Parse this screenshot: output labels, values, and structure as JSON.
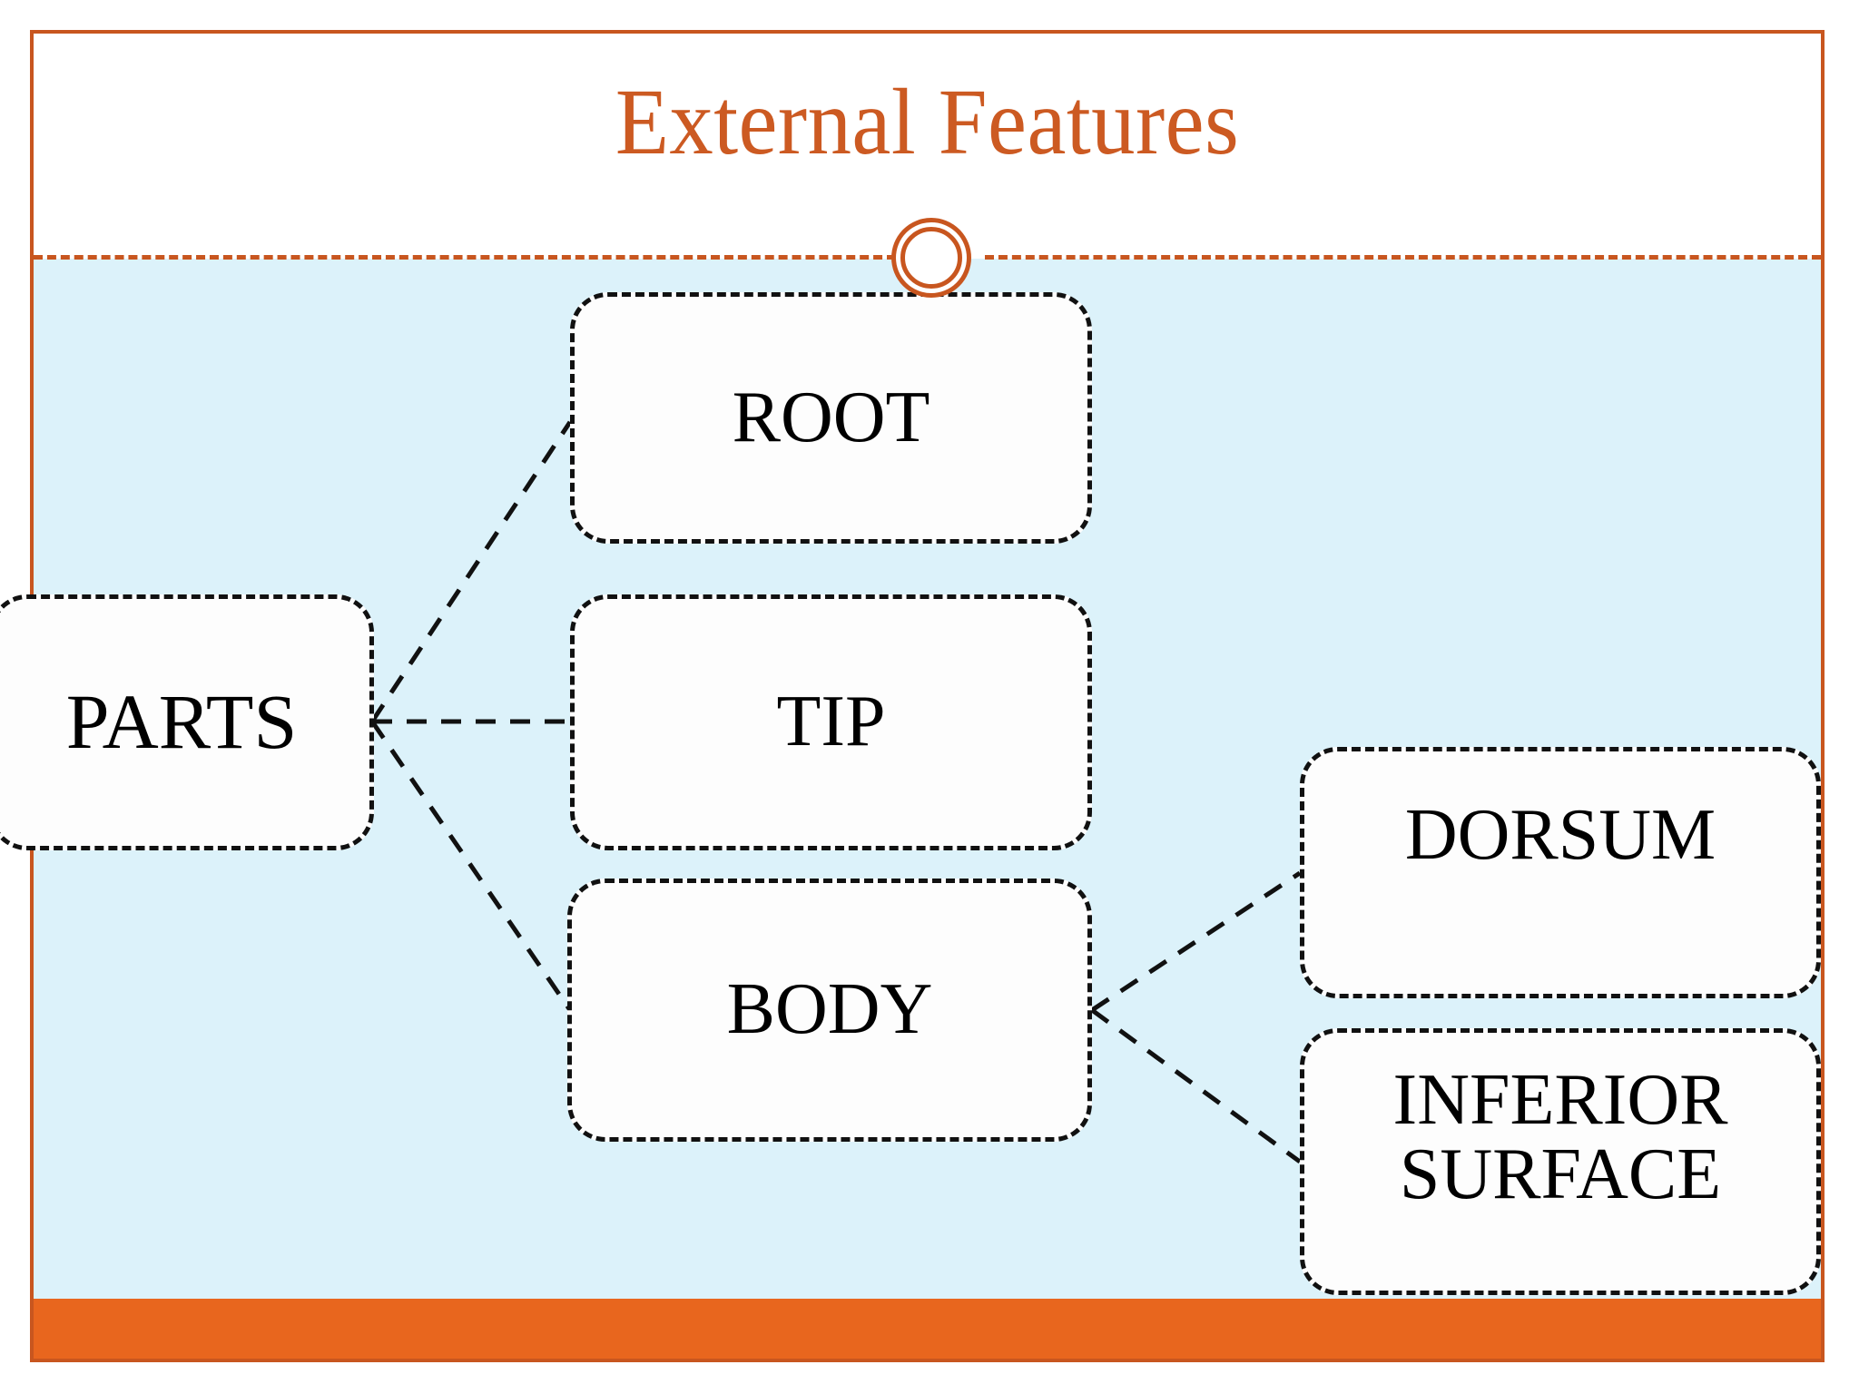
{
  "slide": {
    "title": "External Features",
    "theme": {
      "accent_orange": "#C8561F",
      "band_orange": "#E8661E",
      "title_orange": "#CC5A22",
      "canvas_blue": "#DCF2FA",
      "node_fill": "#FDFDFD",
      "node_border": "#111111"
    }
  },
  "diagram": {
    "type": "tree",
    "root": "PARTS",
    "nodes": [
      {
        "id": "parts",
        "label": "PARTS"
      },
      {
        "id": "root",
        "label": "ROOT"
      },
      {
        "id": "tip",
        "label": "TIP"
      },
      {
        "id": "body",
        "label": "BODY"
      },
      {
        "id": "dorsum",
        "label": "DORSUM"
      },
      {
        "id": "inferior",
        "label": "INFERIOR\nSURFACE"
      }
    ],
    "edges": [
      {
        "from": "parts",
        "to": "root"
      },
      {
        "from": "parts",
        "to": "tip"
      },
      {
        "from": "parts",
        "to": "body"
      },
      {
        "from": "body",
        "to": "dorsum"
      },
      {
        "from": "body",
        "to": "inferior"
      }
    ]
  },
  "decor": {
    "circle_icon": "double-ring-circle",
    "divider": "dashed-orange-rule"
  }
}
